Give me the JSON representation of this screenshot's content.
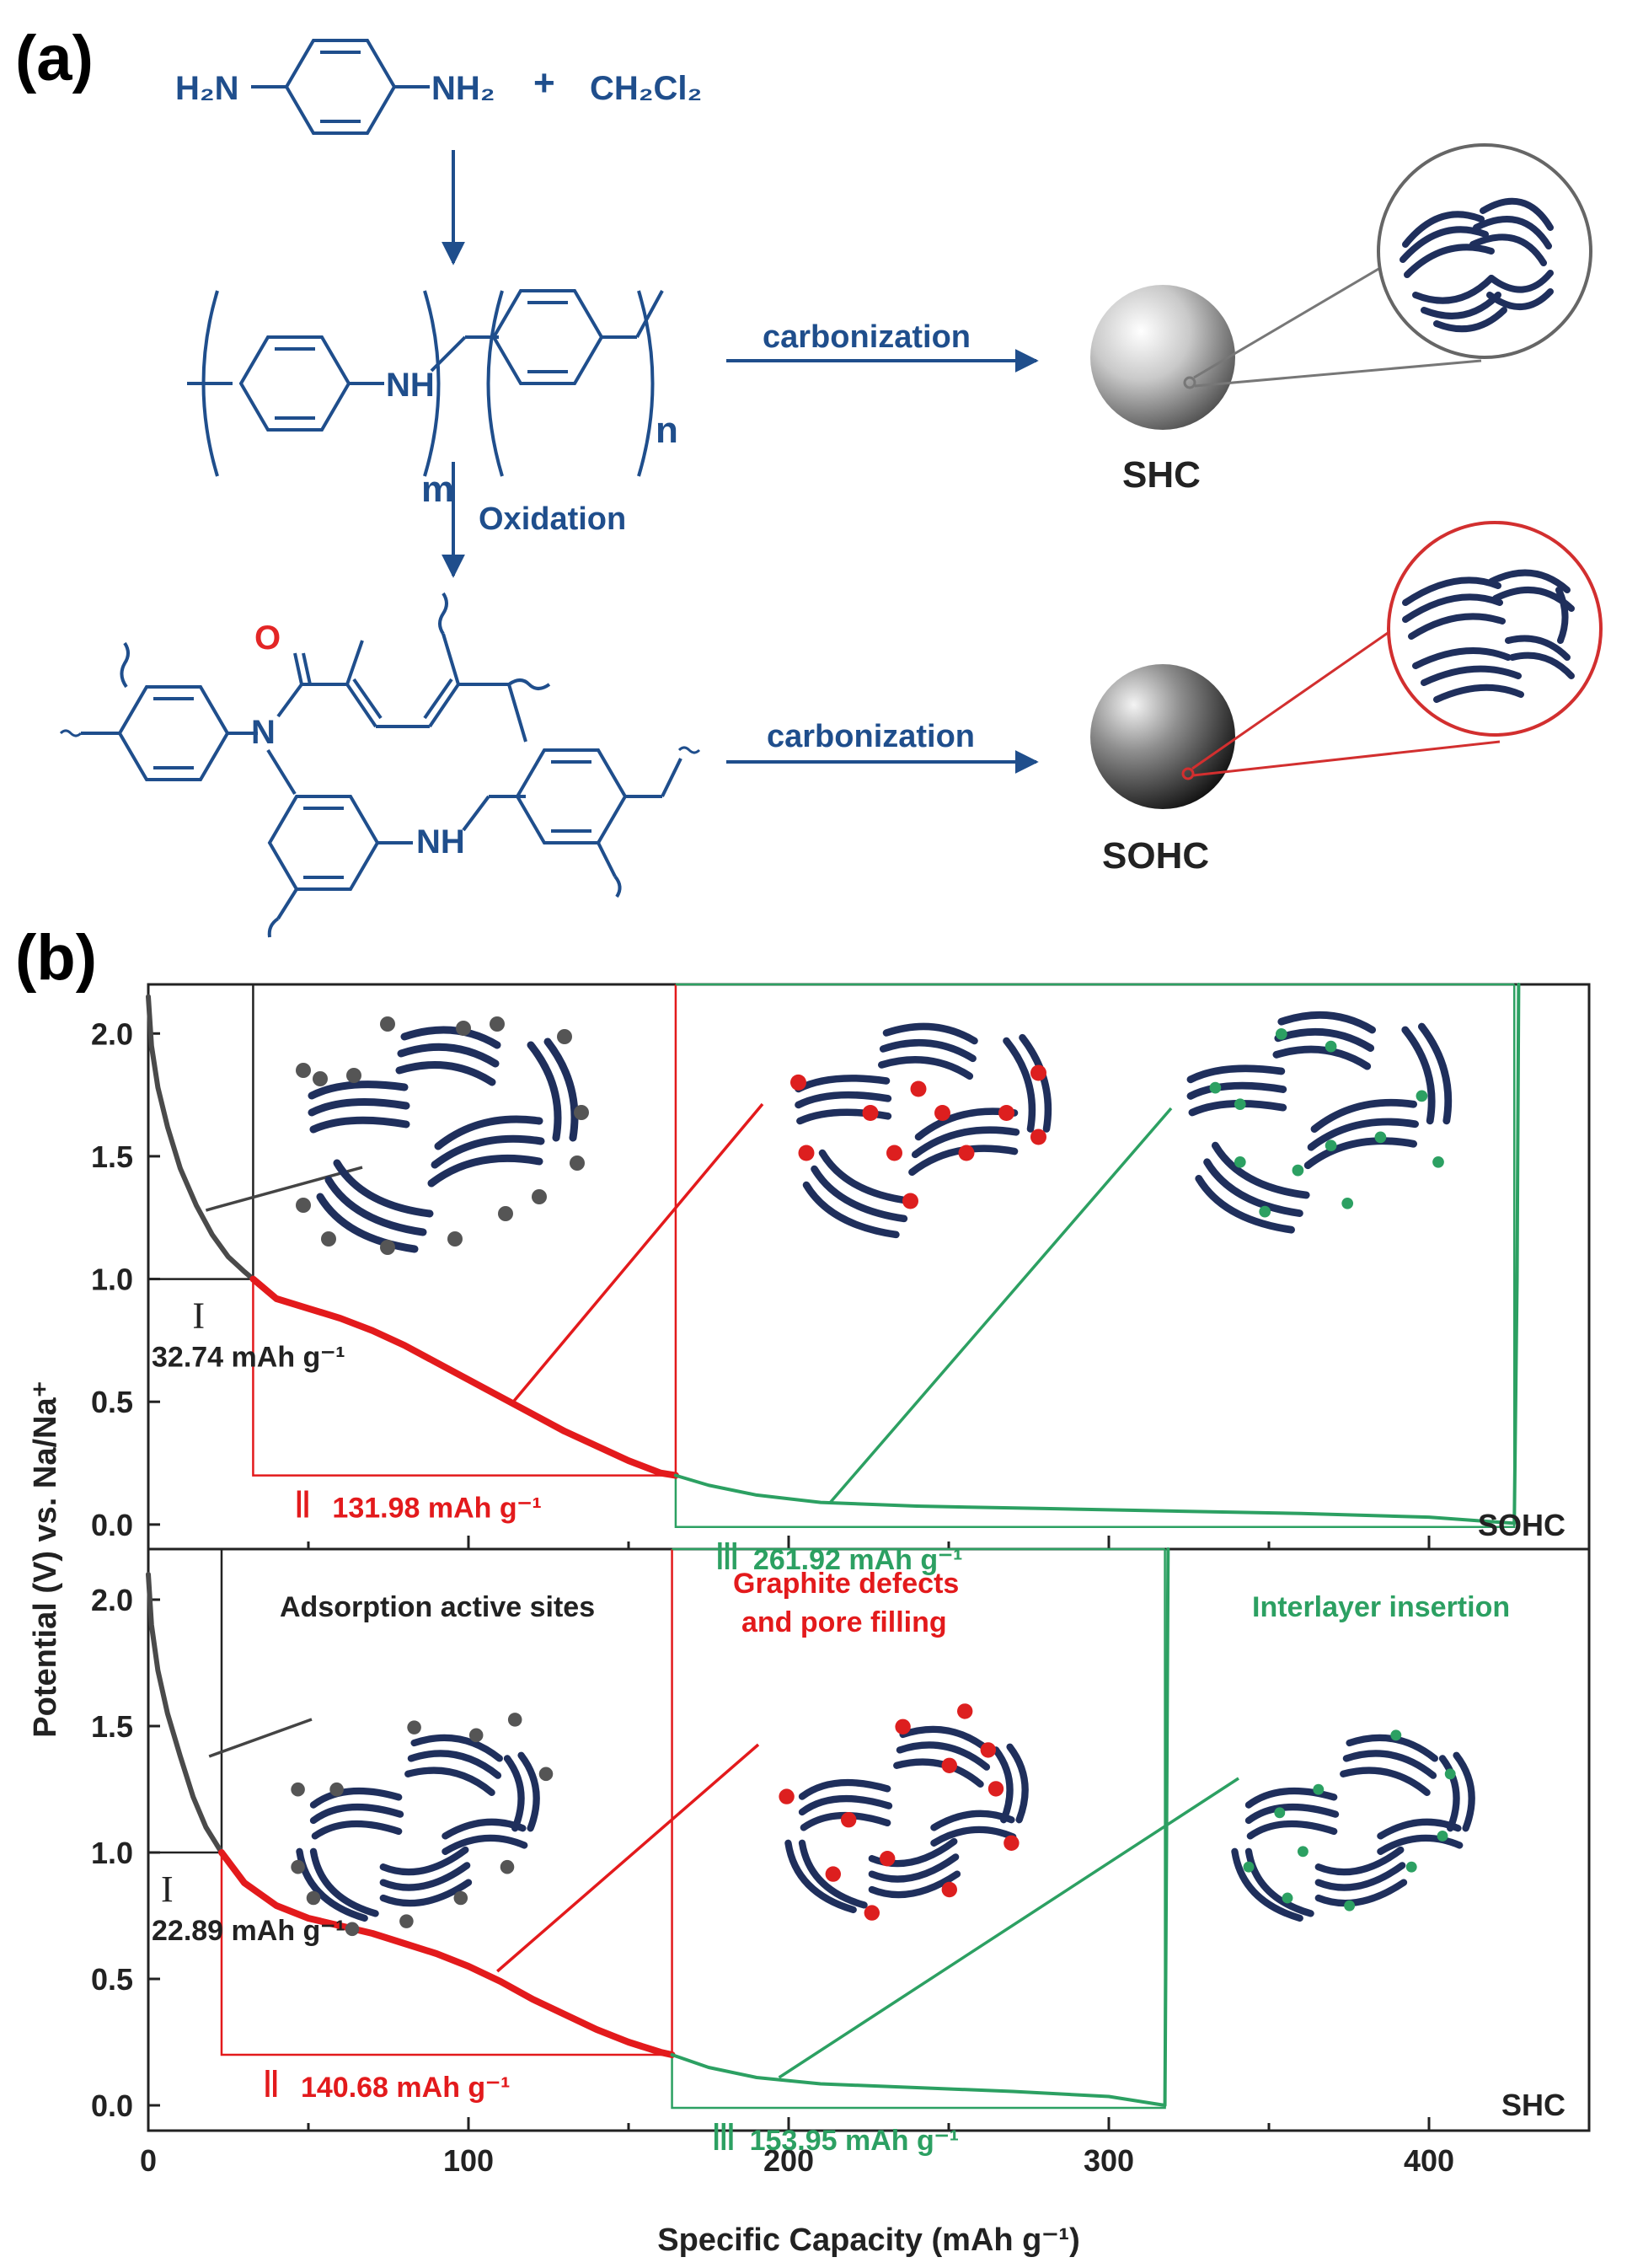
{
  "panel_a": {
    "label": "(a)",
    "reactant_1": "H₂N—⌬—NH₂",
    "plus": "+",
    "reactant_2": "CH₂Cl₂",
    "polymer_subscripts": [
      "m",
      "n"
    ],
    "nh_label": "NH",
    "oxygen_label": "O",
    "n_label": "N",
    "oxidation_label": "Oxidation",
    "carbonization_label": "carbonization",
    "sphere_top_label": "SHC",
    "sphere_bottom_label": "SOHC",
    "colors": {
      "chem": "#1f4e8c",
      "oxygen": "#e32626",
      "top_lens": "#666666",
      "bottom_lens": "#d22f2f",
      "graphene": "#1f2f5c"
    }
  },
  "panel_b": {
    "label": "(b)",
    "ylabel": "Potential (V) vs. Na/Na⁺",
    "xlabel": "Specific Capacity (mAh g⁻¹)",
    "region_legend": {
      "adsorption": "Adsorption active sites",
      "defects_line1": "Graphite defects",
      "defects_line2": "and pore filling",
      "interlayer": "Interlayer insertion"
    },
    "colors": {
      "region_I": "#4a4a4a",
      "region_II": "#e31a1c",
      "region_III": "#2ca062",
      "sodium_site": "#555555",
      "sodium_defect": "#dd1f1f",
      "sodium_layer": "#2ca062"
    }
  },
  "chart_data": [
    {
      "type": "line",
      "name": "SOHC",
      "panel_tag": "SOHC",
      "xlim": [
        0,
        450
      ],
      "ylim": [
        -0.1,
        2.2
      ],
      "xticks": [
        0,
        100,
        200,
        300,
        400
      ],
      "yticks": [
        0.0,
        0.5,
        1.0,
        1.5,
        2.0
      ],
      "grid": false,
      "series": [
        {
          "region": "I",
          "color": "#4a4a4a",
          "x": [
            0,
            1,
            3,
            6,
            10,
            15,
            20,
            25,
            30,
            32.74
          ],
          "y": [
            2.15,
            1.95,
            1.78,
            1.62,
            1.45,
            1.3,
            1.18,
            1.09,
            1.03,
            1.0
          ]
        },
        {
          "region": "II",
          "color": "#e31a1c",
          "x": [
            32.74,
            40,
            50,
            60,
            70,
            80,
            90,
            100,
            110,
            120,
            130,
            140,
            150,
            160,
            164.72
          ],
          "y": [
            1.0,
            0.92,
            0.88,
            0.84,
            0.79,
            0.73,
            0.66,
            0.59,
            0.52,
            0.45,
            0.38,
            0.32,
            0.26,
            0.21,
            0.2
          ]
        },
        {
          "region": "III",
          "color": "#2ca062",
          "x": [
            164.72,
            175,
            190,
            210,
            240,
            280,
            320,
            360,
            400,
            426.64,
            427.5,
            428
          ],
          "y": [
            0.2,
            0.16,
            0.12,
            0.09,
            0.075,
            0.065,
            0.055,
            0.045,
            0.03,
            0.005,
            1.0,
            2.2
          ]
        }
      ],
      "regions": [
        {
          "label": "I",
          "capacity": "32.74 mAh g⁻¹",
          "x_start": 0,
          "x_end": 32.74
        },
        {
          "label": "II",
          "capacity": "131.98 mAh g⁻¹",
          "x_start": 32.74,
          "x_end": 164.72
        },
        {
          "label": "III",
          "capacity": "261.92 mAh g⁻¹",
          "x_start": 164.72,
          "x_end": 426.64
        }
      ]
    },
    {
      "type": "line",
      "name": "SHC",
      "panel_tag": "SHC",
      "xlim": [
        0,
        450
      ],
      "ylim": [
        -0.1,
        2.2
      ],
      "xticks": [
        0,
        100,
        200,
        300,
        400
      ],
      "yticks": [
        0.0,
        0.5,
        1.0,
        1.5,
        2.0
      ],
      "grid": false,
      "series": [
        {
          "region": "I",
          "color": "#4a4a4a",
          "x": [
            0,
            1,
            3,
            6,
            10,
            14,
            18,
            22.89
          ],
          "y": [
            2.1,
            1.9,
            1.72,
            1.55,
            1.38,
            1.22,
            1.1,
            1.0
          ]
        },
        {
          "region": "II",
          "color": "#e31a1c",
          "x": [
            22.89,
            30,
            40,
            50,
            60,
            70,
            80,
            90,
            100,
            110,
            120,
            130,
            140,
            150,
            160,
            163.57
          ],
          "y": [
            1.0,
            0.88,
            0.79,
            0.74,
            0.71,
            0.68,
            0.64,
            0.6,
            0.55,
            0.49,
            0.42,
            0.36,
            0.3,
            0.25,
            0.21,
            0.2
          ]
        },
        {
          "region": "III",
          "color": "#2ca062",
          "x": [
            163.57,
            175,
            190,
            210,
            240,
            270,
            300,
            317.52,
            318,
            318.5
          ],
          "y": [
            0.2,
            0.15,
            0.11,
            0.085,
            0.07,
            0.055,
            0.035,
            0.0,
            1.0,
            2.2
          ]
        }
      ],
      "regions": [
        {
          "label": "I",
          "capacity": "22.89 mAh g⁻¹",
          "x_start": 0,
          "x_end": 22.89
        },
        {
          "label": "II",
          "capacity": "140.68 mAh g⁻¹",
          "x_start": 22.89,
          "x_end": 163.57
        },
        {
          "label": "III",
          "capacity": "153.95 mAh g⁻¹",
          "x_start": 163.57,
          "x_end": 317.52
        }
      ]
    }
  ]
}
